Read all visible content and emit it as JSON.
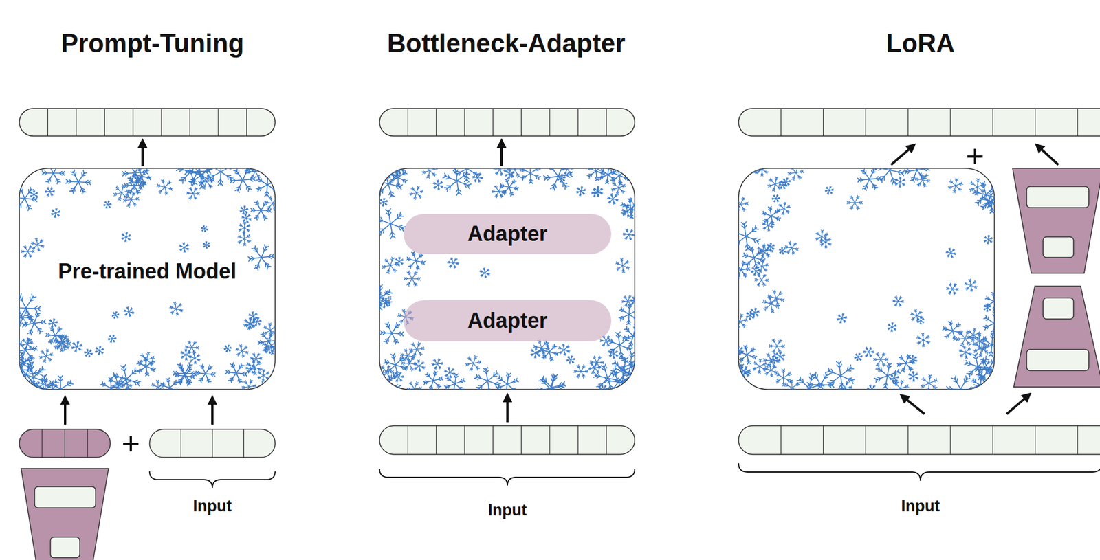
{
  "diagram": {
    "nodes": [
      {
        "text": [
          "Pre-trained Model"
        ]
      },
      {
        "text": [
          "Adapter"
        ]
      },
      {
        "text": [
          "Adapter"
        ]
      }
    ],
    "labels": [
      "Prompt-Tuning",
      "Bottleneck-Adapter",
      "LoRA",
      "+",
      "Input",
      "Input",
      "+",
      "Input"
    ]
  }
}
